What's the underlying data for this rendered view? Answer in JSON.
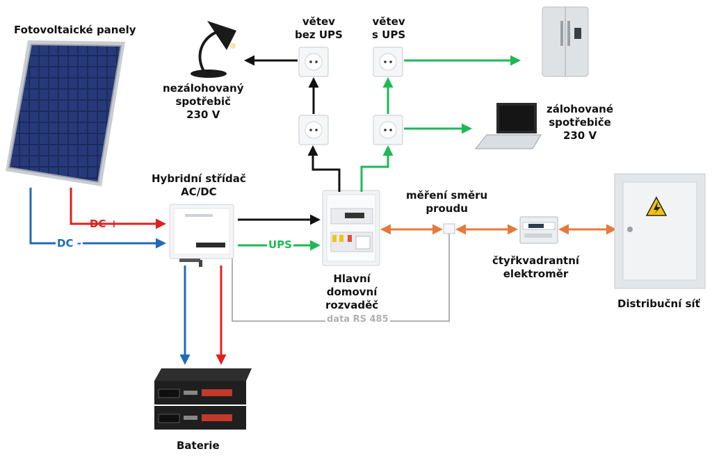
{
  "labels": {
    "pv_panels": "Fotovoltaické panely",
    "inverter": [
      "Hybridní střídač",
      "AC/DC"
    ],
    "battery": "Baterie",
    "main_board": [
      "Hlavní",
      "domovní",
      "rozvaděč"
    ],
    "branch_no_ups": [
      "větev",
      "bez UPS"
    ],
    "branch_ups": [
      "větev",
      "s UPS"
    ],
    "unbacked_load": [
      "nezálohovaný",
      "spotřebič",
      "230 V"
    ],
    "backed_loads": [
      "zálohované",
      "spotřebiče",
      "230 V"
    ],
    "flow_measure": [
      "měření směru",
      "proudu"
    ],
    "meter": [
      "čtyřkvadrantní",
      "elektroměr"
    ],
    "grid": "Distribuční síť"
  },
  "line_labels": {
    "dc_plus": "DC +",
    "dc_minus": "DC -",
    "ups": "UPS",
    "data": "data RS 485"
  },
  "colors": {
    "dc_plus": "#e02020",
    "dc_minus": "#1f6bb8",
    "ac": "#111111",
    "ups": "#1db954",
    "grid_link": "#e8793a",
    "data": "#b0b0b0",
    "warning": "#f4c20d"
  },
  "icons": [
    "solar-panel-icon",
    "lamp-icon",
    "socket-icon",
    "fridge-icon",
    "laptop-icon",
    "inverter-icon",
    "battery-icon",
    "distribution-board-icon",
    "current-sensor-icon",
    "energy-meter-icon",
    "grid-cabinet-icon",
    "high-voltage-icon"
  ]
}
